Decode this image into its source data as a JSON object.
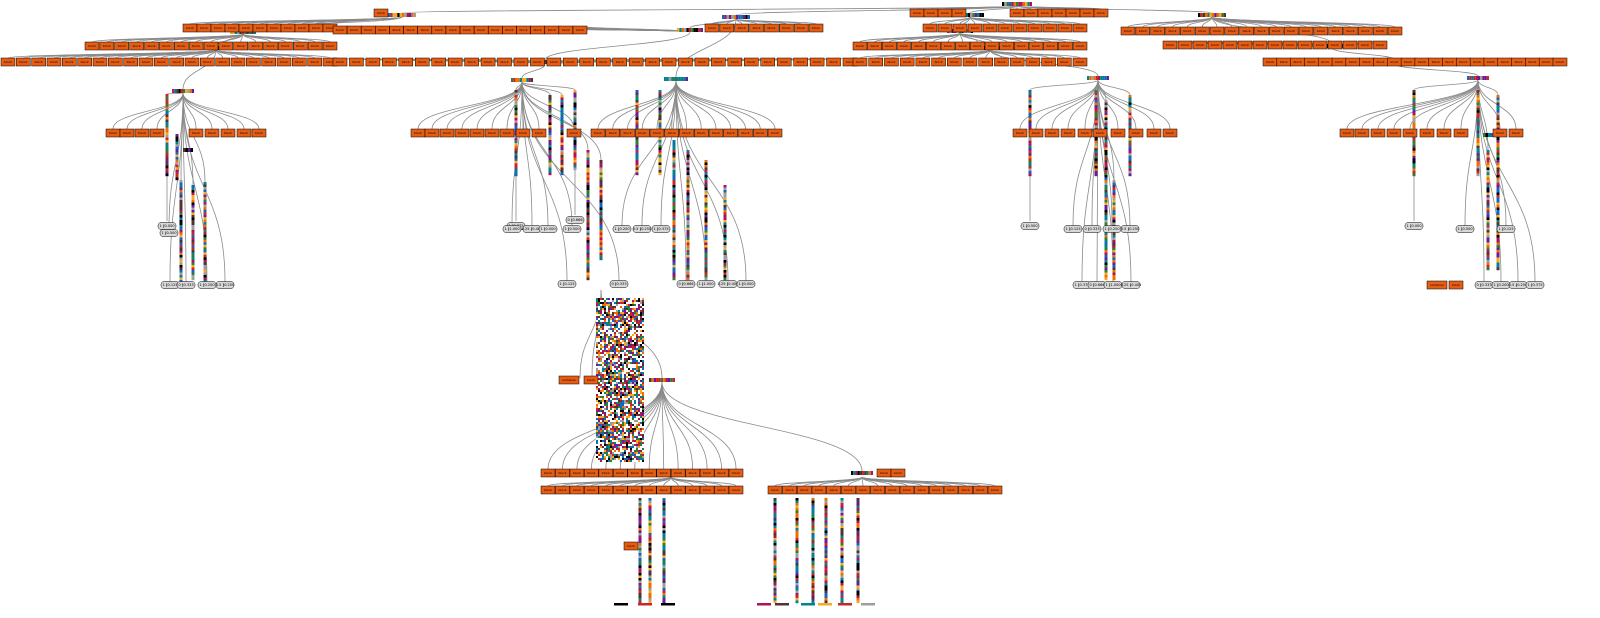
{
  "diagram": {
    "colors": {
      "background": "#ffffff",
      "node_fill": "#e65c12",
      "node_stroke": "#000000",
      "edge": "#8a8a8a",
      "leaf_fill": "#d8d8d8",
      "leaf_stroke": "#000000"
    },
    "strip_palette": [
      "#000000",
      "#6a1b9a",
      "#1565c0",
      "#2e7d32",
      "#c62828",
      "#ef6c00",
      "#00838f",
      "#f9a825",
      "#ad1457",
      "#4e342e",
      "#9e9e9e"
    ],
    "node_label": "block",
    "node_label_wide": "container",
    "leaf_labels": [
      "1 ∥0.000",
      "1 ∥0.500",
      "1 ∥0.125",
      "0 ∥0.333",
      "1 ∥0.200",
      "0.5 ∥0.250",
      "1 ∥0.375",
      "0 ∥0.666",
      "1 ∥1.000",
      "0.25 ∥0.400"
    ]
  }
}
